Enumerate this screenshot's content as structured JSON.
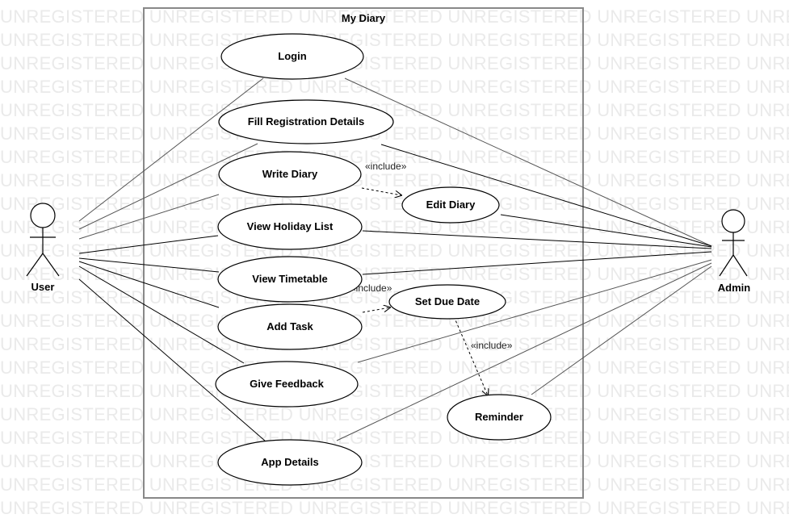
{
  "watermark_text": "UNREGISTERED",
  "system": {
    "title": "My Diary"
  },
  "actors": {
    "user": "User",
    "admin": "Admin"
  },
  "use_cases": {
    "login": "Login",
    "fill_registration": "Fill Registration Details",
    "write_diary": "Write Diary",
    "edit_diary": "Edit Diary",
    "view_holiday": "View Holiday List",
    "view_timetable": "View Timetable",
    "set_due_date": "Set Due Date",
    "add_task": "Add Task",
    "give_feedback": "Give Feedback",
    "reminder": "Reminder",
    "app_details": "App Details"
  },
  "include_label": "«include»"
}
